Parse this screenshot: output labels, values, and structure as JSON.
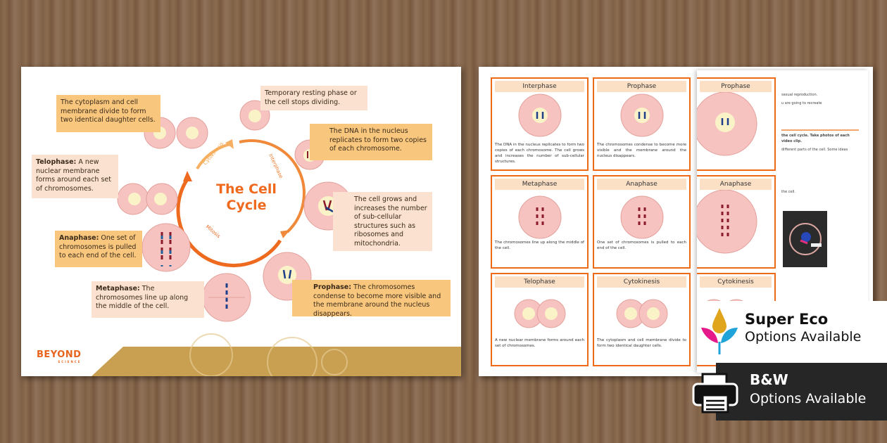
{
  "slide": {
    "title": "The Cell Cycle",
    "arc_labels": {
      "cytokinesis": "Cytokinesis",
      "interphase": "Interphase",
      "mitosis": "Mitosis"
    },
    "boxes": {
      "cytokinesis": "The cytoplasm and cell membrane divide to form two identical daughter cells.",
      "resting": "Temporary resting phase or the cell stops dividing.",
      "dna": "The DNA in the nucleus replicates to form two copies of each chromosome.",
      "telophase_label": "Telophase:",
      "telophase": " A new nuclear membrane forms around each set of chromosomes.",
      "growth": "The cell grows and increases the number of sub-cellular structures such as ribosomes and mitochondria.",
      "anaphase_label": "Anaphase:",
      "anaphase": " One set of chromosomes is pulled to each end of the cell.",
      "metaphase_label": "Metaphase:",
      "metaphase": " The chromosomes line up along the middle of the cell.",
      "prophase_label": "Prophase:",
      "prophase": " The chromosomes condense to become more visible and the membrane around the nucleus disappears."
    },
    "logo": {
      "name": "BEYOND",
      "sub": "SCIENCE"
    },
    "accent": "#ef6a1f"
  },
  "cards": [
    {
      "title": "Interphase",
      "text": "The DNA in the nucleus replicates to form two copies of each chromosome. The cell grows and increases the number of sub-cellular structures."
    },
    {
      "title": "Prophase",
      "text": "The chromosomes condense to become more visible and the membrane around the nucleus disappears."
    },
    {
      "title": "Prophase",
      "text": ""
    },
    {
      "title": "Metaphase",
      "text": "The chromosomes line up along the middle of the cell."
    },
    {
      "title": "Anaphase",
      "text": "One set of chromosomes is pulled to each end of the cell."
    },
    {
      "title": "Anaphase",
      "text": ""
    },
    {
      "title": "Telophase",
      "text": "A new nuclear membrane forms around each set of chromosomes."
    },
    {
      "title": "Cytokinesis",
      "text": "The cytoplasm and cell membrane divide to form two identical daughter cells."
    },
    {
      "title": "Cytokinesis",
      "text": ""
    }
  ],
  "worksheet_fragments": [
    "sexual reproduction.",
    "u are going to recreate",
    "the cell cycle. Take photos of each",
    "video clip.",
    "different parts of the cell. Some ideas",
    "the cell."
  ],
  "badges": {
    "eco": {
      "line1": "Super Eco",
      "line2": "Options Available",
      "icon": "leaf-drop-icon"
    },
    "bw": {
      "line1": "B&W",
      "line2": "Options Available",
      "icon": "printer-icon"
    }
  }
}
